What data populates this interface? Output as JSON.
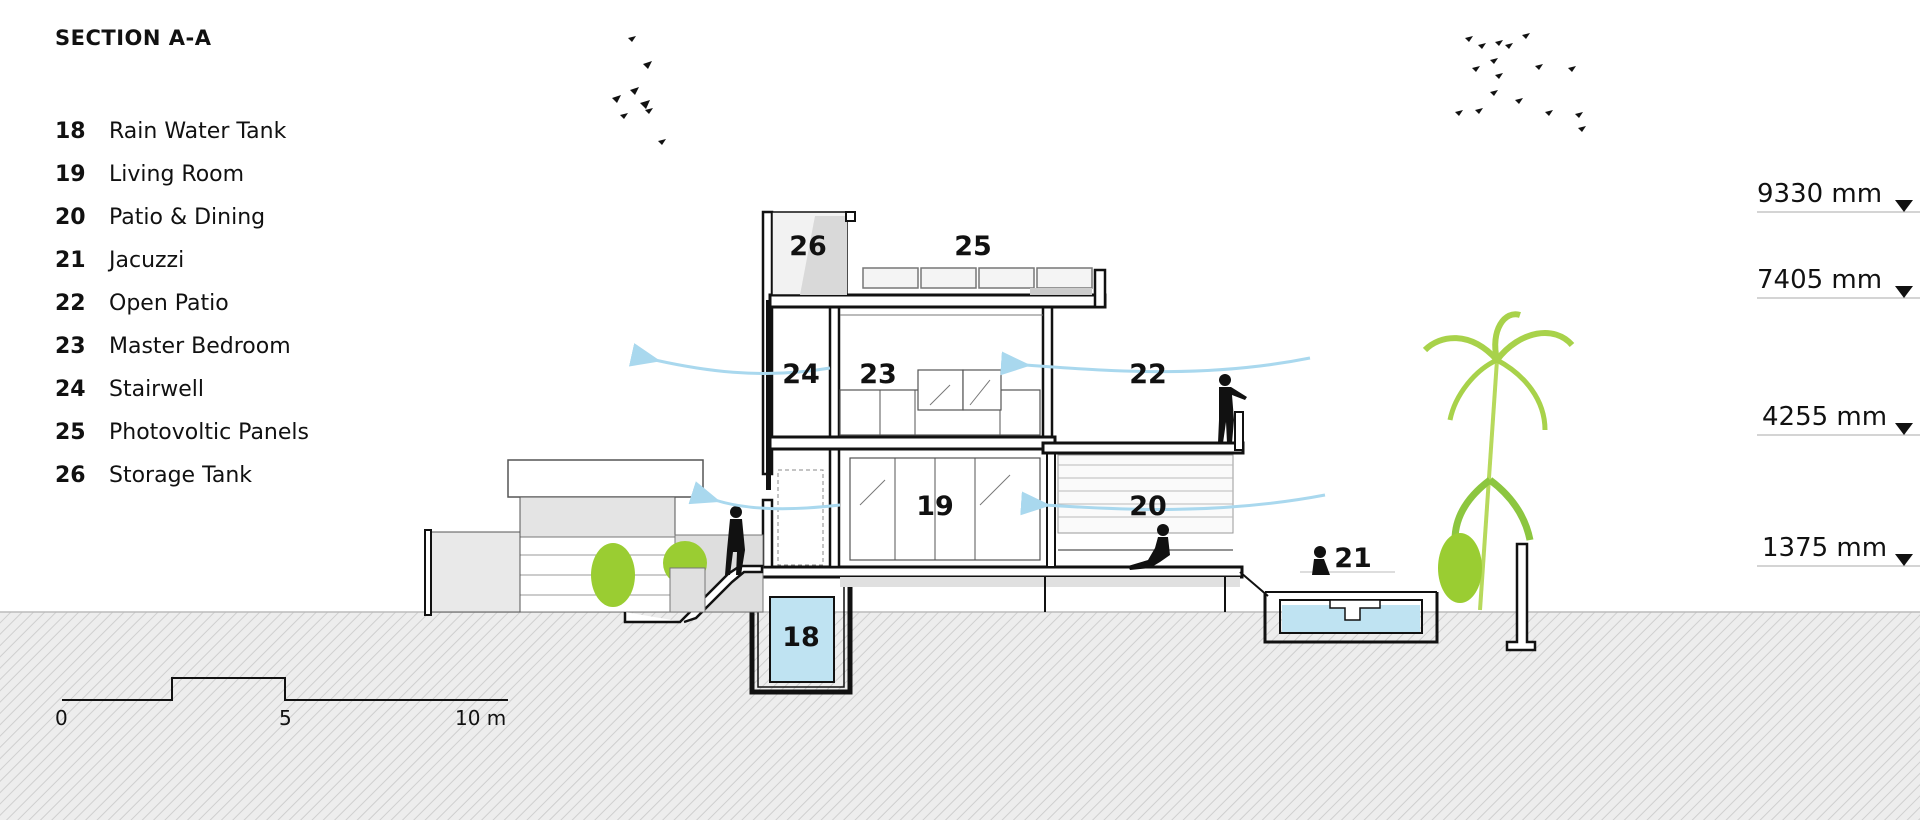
{
  "title": "SECTION A-A",
  "legend": [
    {
      "num": "18",
      "label": "Rain Water Tank"
    },
    {
      "num": "19",
      "label": "Living Room"
    },
    {
      "num": "20",
      "label": "Patio & Dining"
    },
    {
      "num": "21",
      "label": "Jacuzzi"
    },
    {
      "num": "22",
      "label": "Open Patio"
    },
    {
      "num": "23",
      "label": "Master Bedroom"
    },
    {
      "num": "24",
      "label": "Stairwell"
    },
    {
      "num": "25",
      "label": "Photovoltic Panels"
    },
    {
      "num": "26",
      "label": "Storage Tank"
    }
  ],
  "levels": [
    "9330 mm",
    "7405 mm",
    "4255 mm",
    "1375 mm"
  ],
  "rooms": {
    "r18": "18",
    "r19": "19",
    "r20": "20",
    "r21": "21",
    "r22": "22",
    "r23": "23",
    "r24": "24",
    "r25": "25",
    "r26": "26"
  },
  "scale": {
    "zero": "0",
    "five": "5",
    "ten": "10 m"
  },
  "colors": {
    "water": "#bfe3f2",
    "airflow": "#a9d8ee",
    "plant": "#9acd32",
    "ground": "#e6e6e6"
  }
}
